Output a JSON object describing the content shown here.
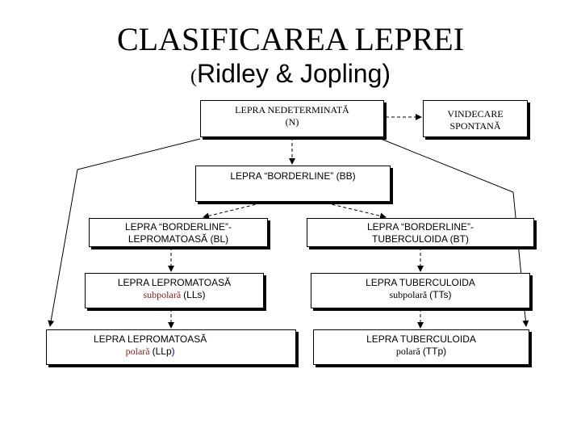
{
  "title": "CLASIFICAREA LEPREI",
  "subtitle": {
    "open_paren": "(",
    "text": "Ridley & Jopling)"
  },
  "boxes": {
    "nedeterminata": {
      "line1": "LEPRA NEDETERMINATĂ",
      "line2": "(N)"
    },
    "vindecare": {
      "line1": "VINDECARE",
      "line2": "SPONTANĂ"
    },
    "borderline": {
      "line1": "LEPRA “BORDERLINE” (BB)"
    },
    "bl": {
      "line1": "LEPRA “BORDERLINE”-",
      "line2": "LEPROMATOASĂ (BL)"
    },
    "bt": {
      "line1": "LEPRA “BORDERLINE”-",
      "line2": "TUBERCULOIDA (BT)"
    },
    "lls": {
      "line1": "LEPRA LEPROMATOASĂ",
      "line2_word": "subpolară",
      "line2_code": "(LLs)"
    },
    "tts": {
      "line1": "LEPRA TUBERCULOIDA",
      "line2_word": "subpolară",
      "line2_code": "(TTs)"
    },
    "llp": {
      "line1": "LEPRA LEPROMATOASĂ",
      "line2_word": "polară",
      "line2_code": "(LLp",
      "line2_close": ")"
    },
    "ttp": {
      "line1": "LEPRA TUBERCULOIDA",
      "line2_word": "polară",
      "line2_code": "(TTp)"
    }
  },
  "colors": {
    "accent_red": "#8b1a1a",
    "accent_blue": "#0000cc",
    "line": "#000000"
  }
}
